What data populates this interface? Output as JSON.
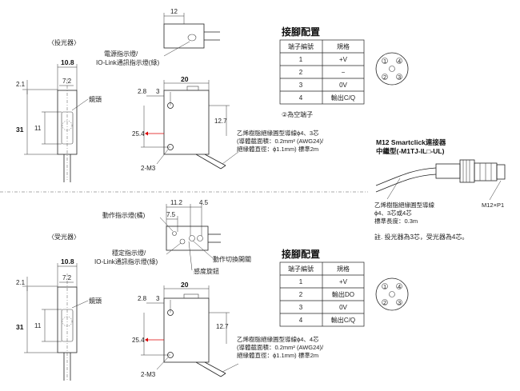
{
  "emitter": {
    "label": "〈投光器〉",
    "dim_10_8": "10.8",
    "dim_7_2": "7.2",
    "dim_2_1": "2.1",
    "dim_31": "31",
    "dim_11": "11",
    "lens_label": "鏡頭",
    "led_label_1": "電源指示燈/",
    "led_label_2": "IO-Link通訊指示燈(綠)",
    "dim_12": "12",
    "dim_20": "20",
    "dim_2_8": "2.8",
    "dim_3": "3",
    "dim_12_7": "12.7",
    "dim_25_4": "25.4",
    "mount_label": "2-M3",
    "cable_line_1": "乙烯樹脂絕緣圓型導線ϕ4、3芯",
    "cable_line_2": "(導體截面積：0.2mm² (AWG24)/",
    "cable_line_3": "絕緣體直徑：ϕ1.1mm) 標準2m"
  },
  "receiver": {
    "label": "〈受光器〉",
    "dim_10_8": "10.8",
    "dim_7_2": "7.2",
    "dim_2_1": "2.1",
    "dim_31": "31",
    "dim_11": "11",
    "lens_label": "鏡頭",
    "op_led_label": "動作指示燈(橘)",
    "stab_label_1": "穩定指示燈/",
    "stab_label_2": "IO-Link通訊指示燈(綠)",
    "mode_switch_label": "動作切換開關",
    "sens_knob_label": "感度旋鈕",
    "dim_11_2": "11.2",
    "dim_4_5": "4.5",
    "dim_7_5": "7.5",
    "dim_20": "20",
    "dim_2_8": "2.8",
    "dim_3": "3",
    "dim_12_7": "12.7",
    "dim_25_4": "25.4",
    "mount_label": "2-M3",
    "cable_line_1": "乙烯樹脂絕緣圓型導線ϕ4、4芯",
    "cable_line_2": "(導體截面積：0.2mm² (AWG24)/",
    "cable_line_3": "絕緣體直徑：ϕ1.1mm) 標準2m"
  },
  "pin_table_emitter": {
    "title": "接腳配置",
    "headers": [
      "端子編號",
      "規格"
    ],
    "rows": [
      [
        "1",
        "+V"
      ],
      [
        "2",
        "−"
      ],
      [
        "3",
        "0V"
      ],
      [
        "4",
        "輸出C/Q"
      ]
    ],
    "note": "②為空端子"
  },
  "pin_table_receiver": {
    "title": "接腳配置",
    "headers": [
      "端子編號",
      "規格"
    ],
    "rows": [
      [
        "1",
        "+V"
      ],
      [
        "2",
        "輸出DO"
      ],
      [
        "3",
        "0V"
      ],
      [
        "4",
        "輸出C/Q"
      ]
    ]
  },
  "connector": {
    "title_1": "M12 Smartclick連接器",
    "title_2": "中繼型(-M1TJ-IL□-UL)",
    "cable_line_1": "乙烯樹脂絕緣圓型導線",
    "cable_line_2": "ϕ4、3芯或4芯",
    "cable_line_3": "標準長度：0.3m",
    "thread_label": "M12×P1",
    "note": "註. 投光器為3芯，受光器為4芯。",
    "pins": [
      "1",
      "2",
      "3",
      "4"
    ]
  },
  "colors": {
    "arrow_red": "#d00000",
    "line": "#222222"
  }
}
